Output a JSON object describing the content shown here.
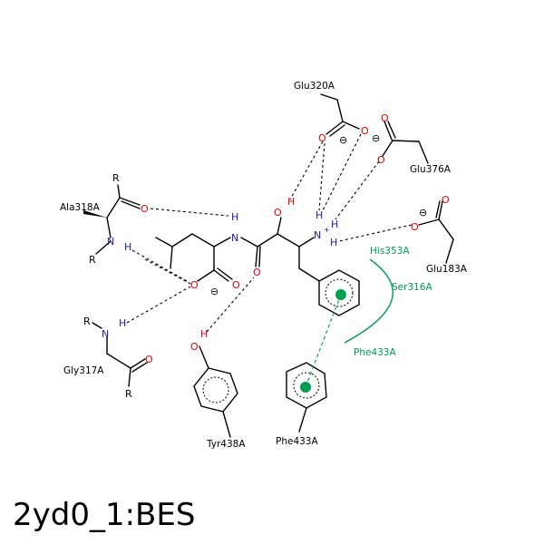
{
  "title": "2yd0_1:BES",
  "residues": {
    "glu320": "Glu320A",
    "glu376": "Glu376A",
    "glu183": "Glu183A",
    "ala318": "Ala318A",
    "gly317": "Gly317A",
    "his353": "His353A",
    "ser316": "Ser316A",
    "phe433_arc": "Phe433A",
    "tyr438": "Tyr438A",
    "phe433_ring": "Phe433A"
  },
  "atoms": {
    "O": "O",
    "N": "N",
    "H": "H",
    "R": "R",
    "minus": "⊖",
    "plus": "+"
  },
  "colors": {
    "oxygen": "#e60000",
    "nitrogen": "#1a1aa6",
    "hydrophobic": "#009E4F",
    "bond": "#000000"
  }
}
